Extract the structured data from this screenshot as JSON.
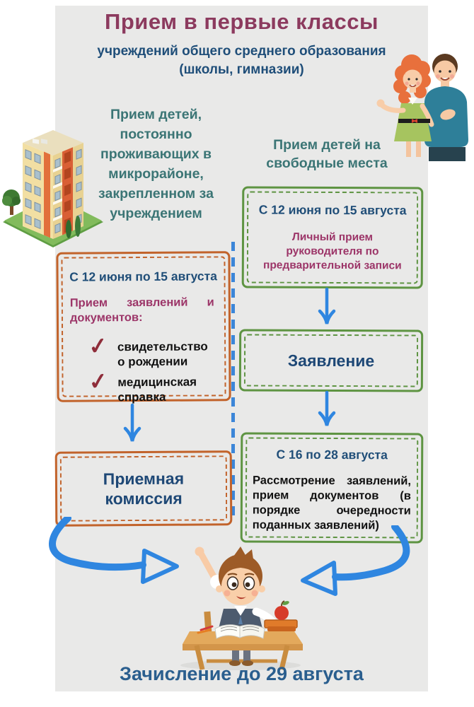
{
  "header": {
    "title": "Прием в первые классы",
    "subtitle_line1": "учреждений общего среднего образования",
    "subtitle_line2": "(школы, гимназии)"
  },
  "left_track": {
    "header": "Прием детей, постоянно проживающих в микрорайоне, закрепленном за учреждением",
    "intake_box": {
      "date": "С 12 июня по 15 августа",
      "lead": "Прием заявлений и документов:",
      "checklist": [
        {
          "label": "свидетельство о рождении"
        },
        {
          "label": "медицинская справка"
        }
      ]
    },
    "commission_box": {
      "label": "Приемная комиссия"
    }
  },
  "right_track": {
    "header": "Прием детей на свободные места",
    "personal_box": {
      "date": "С 12 июня по 15 августа",
      "text": "Личный прием руководителя по предварительной записи"
    },
    "application_box": {
      "label": "Заявление"
    },
    "review_box": {
      "date": "С 16 по 28 августа",
      "text": "Рассмотрение заявлений, прием документов (в порядке очередности поданных заявлений)"
    }
  },
  "footer": {
    "text": "Зачисление до 29 августа"
  },
  "icons": {
    "check": "✓"
  },
  "colors": {
    "title_maroon": "#8c3a5e",
    "dark_blue": "#1f4e79",
    "teal": "#3b7575",
    "maroon_text": "#9c3568",
    "check_red": "#8f2d3a",
    "orange_border": "#c2632b",
    "green_border": "#5e9442",
    "arrow_blue": "#2f86e0",
    "panel_bg": "#e9e9e8"
  }
}
